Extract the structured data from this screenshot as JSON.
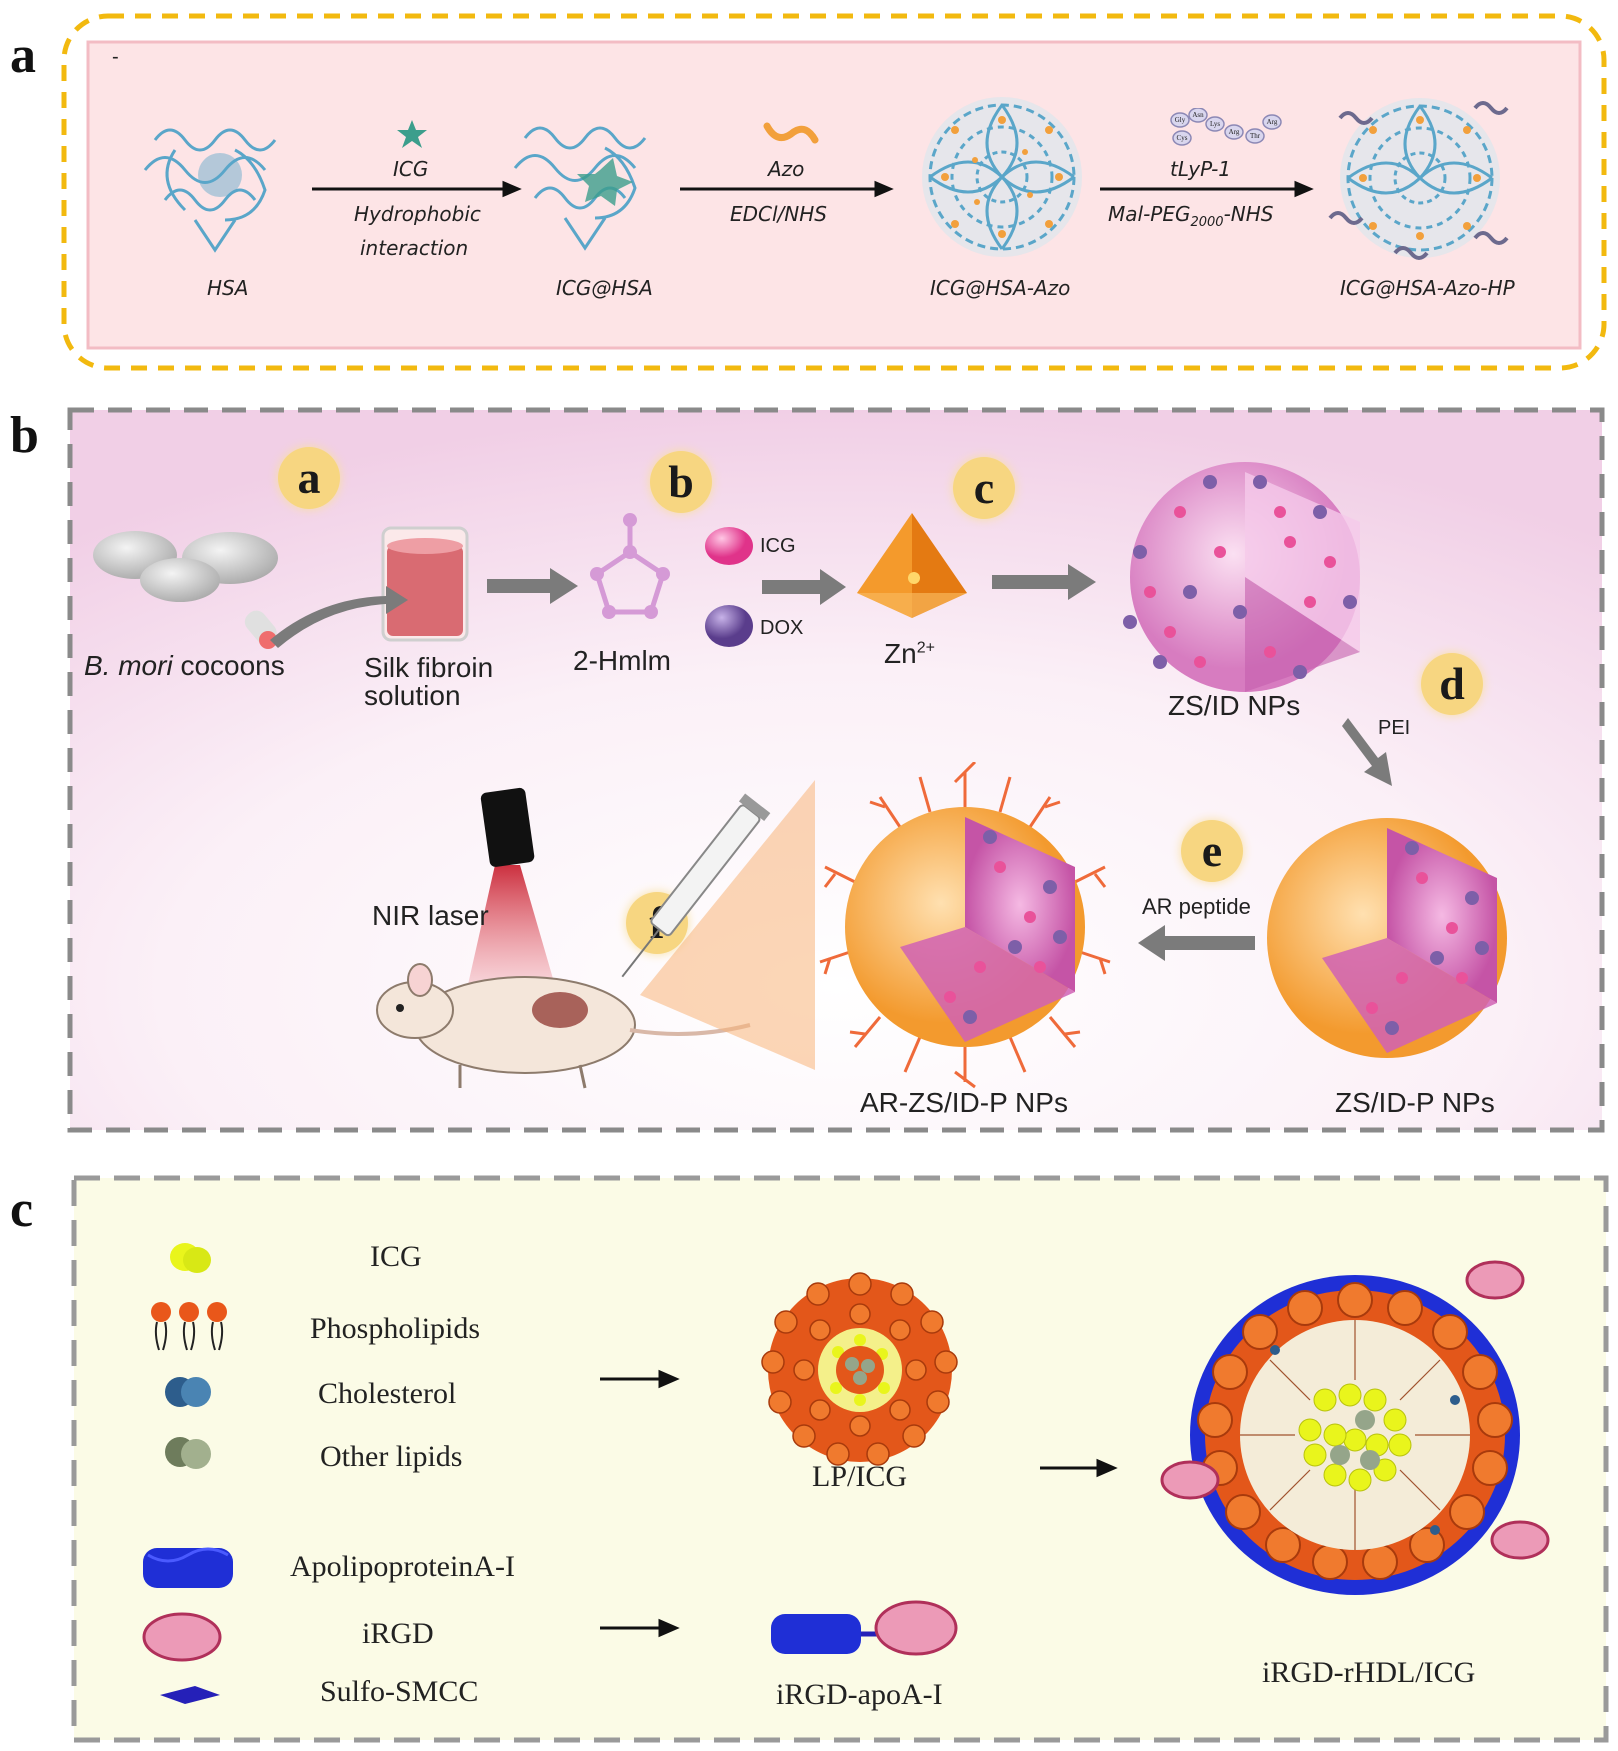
{
  "panels": {
    "a": {
      "letter": "a",
      "corner_mark": "-",
      "molecules": [
        "HSA",
        "ICG@HSA",
        "ICG@HSA-Azo",
        "ICG@HSA-Azo-HP"
      ],
      "steps": [
        {
          "top": "ICG",
          "bottom": [
            "Hydrophobic",
            "interaction"
          ]
        },
        {
          "top": "Azo",
          "bottom": [
            "EDCl/NHS"
          ]
        },
        {
          "top": "tLyP-1",
          "bottom": [
            "Mal-PEG2000-NHS"
          ]
        }
      ],
      "peptide_residues": [
        "Gly",
        "Asn",
        "Arg",
        "Cys",
        "Lys",
        "Arg",
        "Thr"
      ]
    },
    "b": {
      "letter": "b",
      "step_badges": [
        "a",
        "b",
        "c",
        "d",
        "e",
        "f"
      ],
      "cocoons_species": "B. mori",
      "cocoons_word": "cocoons",
      "silk_line1": "Silk fibroin",
      "silk_line2": "solution",
      "hmim": "2-Hmlm",
      "legend_icg": "ICG",
      "legend_dox": "DOX",
      "zinc_base": "Zn",
      "zinc_sup": "2+",
      "zsid": "ZS/ID NPs",
      "pei": "PEI",
      "zsidp": "ZS/ID-P NPs",
      "ar_peptide": "AR peptide",
      "arzsidp": "AR-ZS/ID-P NPs",
      "nir": "NIR laser"
    },
    "c": {
      "letter": "c",
      "legend": [
        "ICG",
        "Phospholipids",
        "Cholesterol",
        "Other lipids",
        "ApolipoproteinA-I",
        "iRGD",
        "Sulfo-SMCC"
      ],
      "lp_icg": "LP/ICG",
      "irgd_apoa": "iRGD-apoA-I",
      "final": "iRGD-rHDL/ICG"
    }
  },
  "colors": {
    "panel_a_border": "#f2b90f",
    "panel_a_bg": "#fde4e6",
    "panel_b_bg": "#f8e2f1",
    "panel_c_bg": "#fbfbe6",
    "dash_gray": "#8a8a8a",
    "protein_blue": "#5aa6c9",
    "orange": "#f28a1e",
    "icg_yellow": "#e9f51c",
    "dox_purple": "#7d5fa8",
    "icg_pink": "#e9529a"
  }
}
